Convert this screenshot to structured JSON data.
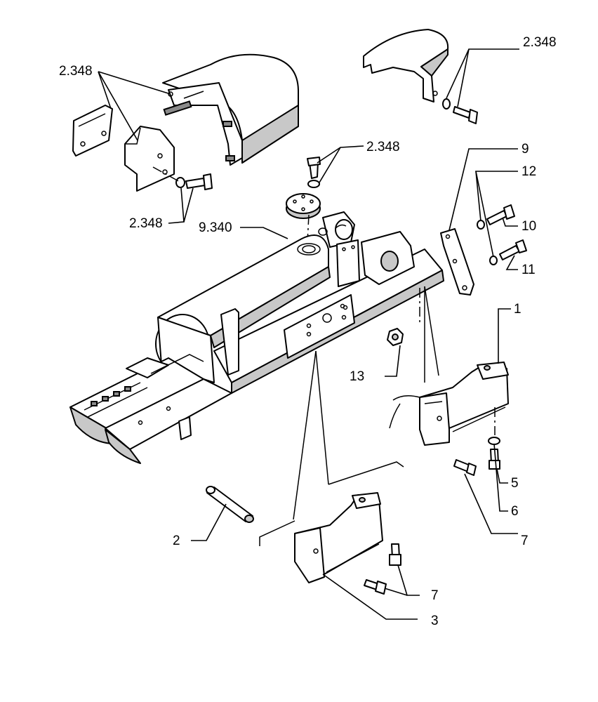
{
  "callouts": {
    "ref_top_right": "2.348",
    "ref_top_left": "2.348",
    "ref_center": "2.348",
    "ref_left_bolt": "2.348",
    "ref_frame": "9.340",
    "p1": "1",
    "p2": "2",
    "p3": "3",
    "p5": "5",
    "p6": "6",
    "p7_upper": "7",
    "p7_lower": "7",
    "p9": "9",
    "p10": "10",
    "p11": "11",
    "p12": "12",
    "p13": "13"
  }
}
